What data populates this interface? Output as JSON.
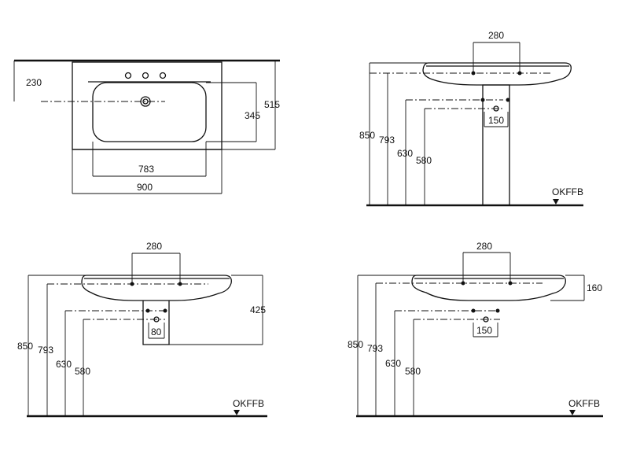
{
  "views": {
    "top": {
      "d230": "230",
      "d345": "345",
      "d515": "515",
      "d783": "783",
      "d900": "900"
    },
    "pedestal": {
      "d280": "280",
      "d850": "850",
      "d793": "793",
      "d630": "630",
      "d580": "580",
      "d150": "150",
      "floor": "OKFFB"
    },
    "half_pedestal": {
      "d280": "280",
      "d850": "850",
      "d793": "793",
      "d630": "630",
      "d580": "580",
      "d425": "425",
      "d80": "80",
      "floor": "OKFFB"
    },
    "wall_hung": {
      "d280": "280",
      "d850": "850",
      "d793": "793",
      "d630": "630",
      "d580": "580",
      "d160": "160",
      "d150": "150",
      "floor": "OKFFB"
    }
  }
}
